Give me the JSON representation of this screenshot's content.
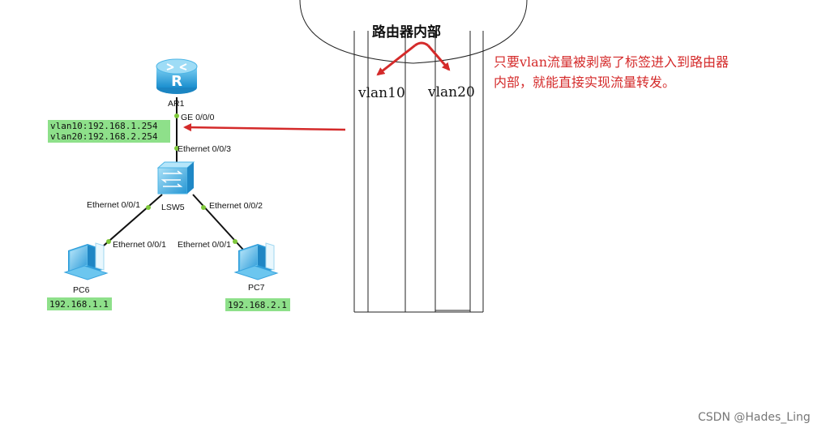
{
  "topology": {
    "router": {
      "name": "AR1",
      "port_up": "GE 0/0/0"
    },
    "switch": {
      "name": "LSW5",
      "port_top": "Ethernet 0/0/3",
      "port_left": "Ethernet 0/0/1",
      "port_right": "Ethernet 0/0/2"
    },
    "pc_left": {
      "name": "PC6",
      "port": "Ethernet 0/0/1",
      "ip": "192.168.1.1"
    },
    "pc_right": {
      "name": "PC7",
      "port": "Ethernet 0/0/1",
      "ip": "192.168.2.1"
    },
    "router_ips": [
      "vlan10:192.168.1.254",
      "vlan20:192.168.2.254"
    ]
  },
  "inner": {
    "title": "路由器内部",
    "vlan_left": "vlan10",
    "vlan_right": "vlan20"
  },
  "note": {
    "line1": "只要vlan流量被剥离了标签进入到路由器",
    "line2": "内部，就能直接实现流量转发。"
  },
  "watermark": "CSDN @Hades_Ling",
  "colors": {
    "accent_red": "#d42a2a",
    "highlight_green": "#8ee08a",
    "link_dot": "#7ec83a",
    "router_blue": "#2aa7e0",
    "switch_blue": "#3fb0e4"
  }
}
